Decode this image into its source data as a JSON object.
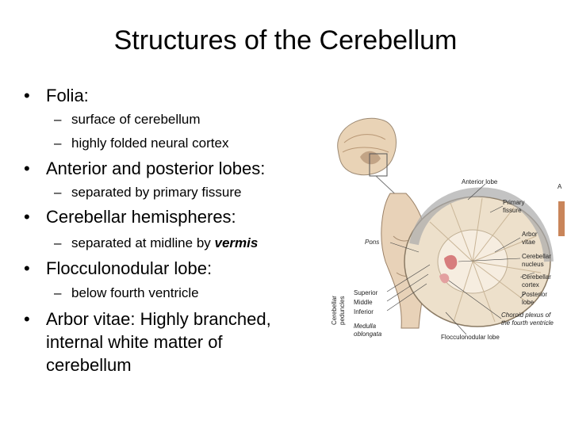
{
  "title": "Structures of the Cerebellum",
  "bullets": [
    {
      "label": "Folia:",
      "subs": [
        "surface of cerebellum",
        "highly folded neural cortex"
      ]
    },
    {
      "label": "Anterior and posterior lobes:",
      "subs": [
        "separated by primary fissure"
      ]
    },
    {
      "label": "Cerebellar hemispheres:",
      "sub_prefix": "separated at midline by ",
      "sub_emphasis": "vermis"
    },
    {
      "label": "Flocculonodular lobe:",
      "subs": [
        "below fourth ventricle"
      ]
    },
    {
      "label": "Arbor vitae: Highly branched, internal white matter of cerebellum"
    }
  ],
  "figure": {
    "labels": {
      "anterior_lobe": "Anterior lobe",
      "primary_fissure_1": "Primary",
      "primary_fissure_2": "fissure",
      "pons": "Pons",
      "arbor_vitae_1": "Arbor",
      "arbor_vitae_2": "vitae",
      "cerebellar_nucleus_1": "Cerebellar",
      "cerebellar_nucleus_2": "nucleus",
      "cerebellar_cortex_1": "Cerebellar",
      "cerebellar_cortex_2": "cortex",
      "posterior_lobe_1": "Posterior",
      "posterior_lobe_2": "lobe",
      "cerebellar_peduncles_1": "Cerebellar",
      "cerebellar_peduncles_2": "peduncles",
      "superior": "Superior",
      "middle": "Middle",
      "inferior": "Inferior",
      "medulla_1": "Medulla",
      "medulla_2": "oblongata",
      "choroid_1": "Choroid plexus of",
      "choroid_2": "the fourth ventricle",
      "flocculonodular": "Flocculonodular lobe",
      "edge_mark": "A"
    }
  }
}
